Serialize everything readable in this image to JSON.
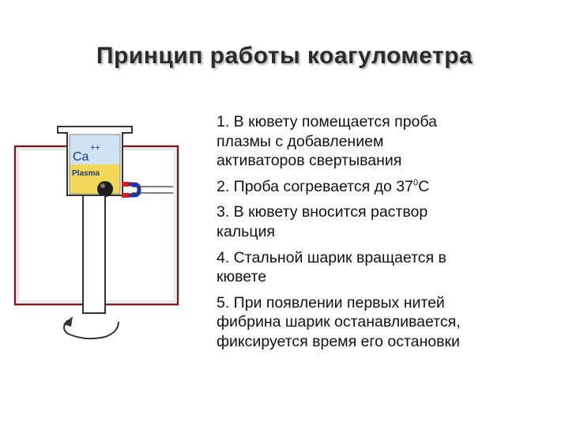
{
  "title": "Принцип работы коагулометра",
  "diagram": {
    "cup_label_top": "Ca",
    "cup_label_charge": "++",
    "cup_label_bottom": "Plasma",
    "colors": {
      "frame": "#7a2020",
      "plasma": "#f2d85a",
      "calcium_solution": "#cfe3f5",
      "magnet_north": "#cc2222",
      "magnet_south": "#2233aa"
    },
    "icons": [
      "steel-ball-icon",
      "magnet-icon",
      "rotation-arrow-icon"
    ]
  },
  "steps": [
    {
      "text": "1. В кювету помещается проба\nплазмы с добавлением\nактиваторов свертывания"
    },
    {
      "pre": "2. Проба согревается до 37",
      "sup": "0",
      "post": "С"
    },
    {
      "text": "3. В кювету вносится раствор\nкальция"
    },
    {
      "text": "4. Стальной шарик вращается в\nкювете"
    },
    {
      "text": "5. При появлении первых нитей\nфибрина шарик останавливается,\nфиксируется время его остановки"
    }
  ]
}
